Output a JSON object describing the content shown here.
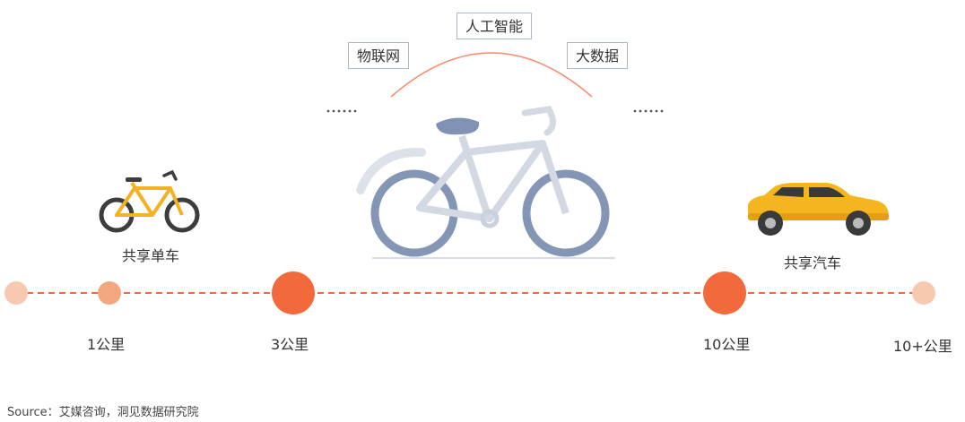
{
  "tech_tags": {
    "iot": "物联网",
    "ai": "人工智能",
    "big_data": "大数据"
  },
  "modes": {
    "shared_bike": "共享单车",
    "shared_car": "共享汽车"
  },
  "distances": {
    "d1": "1公里",
    "d3": "3公里",
    "d10": "10公里",
    "d10plus": "10+公里"
  },
  "ellipsis": "......",
  "source": "Source：艾媒咨询，洞见数据研究院",
  "colors": {
    "accent": "#f26a3c",
    "accent_light": "#f7c3a8",
    "accent_mid": "#f3a77f",
    "bike_center": "#7f93b4",
    "bike_center_faded": "#cfd6e0",
    "bike_small": "#f2b224",
    "car": "#f5b51f"
  }
}
